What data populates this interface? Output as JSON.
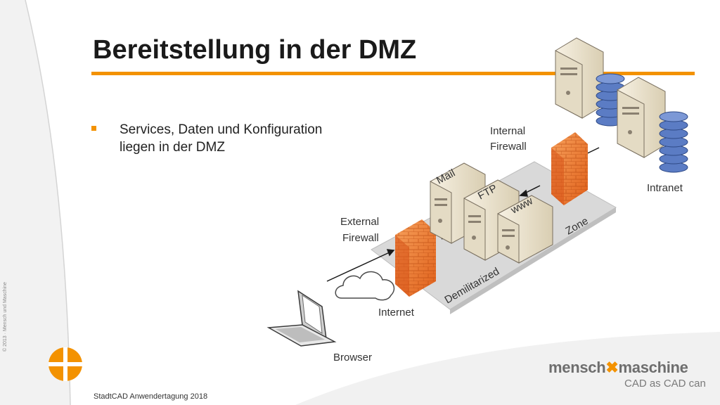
{
  "slide": {
    "title": "Bereitstellung in der DMZ",
    "bullet": "Services, Daten und Konfiguration liegen in der DMZ",
    "copyright": "© 2013 · Mensch und Maschine",
    "footer": "StadtCAD Anwendertagung 2018"
  },
  "brand": {
    "left": "mensch",
    "right": "maschine",
    "slogan": "CAD as CAD can"
  },
  "diagram": {
    "internal_firewall_line1": "Internal",
    "internal_firewall_line2": "Firewall",
    "external_firewall_line1": "External",
    "external_firewall_line2": "Firewall",
    "intranet": "Intranet",
    "internet": "Internet",
    "browser": "Browser",
    "server_mail": "Mail",
    "server_ftp": "FTP",
    "server_www": "www",
    "zone_word1": "Demilitarized",
    "zone_word2": "Zone"
  },
  "colors": {
    "accent": "#f39200",
    "firewall": "#f07a2a",
    "zone_band": "#d9d9d9",
    "server_body": "#ede4cf",
    "database": "#5b7cc4"
  }
}
